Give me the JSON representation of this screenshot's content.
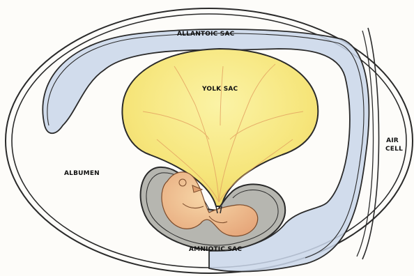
{
  "labels": {
    "allantoic_sac": "ALLANTOIC SAC",
    "yolk_sac": "YOLK SAC",
    "albumen": "ALBUMEN",
    "amniotic_sac": "AMNIOTIC SAC",
    "air_cell_line1": "AIR",
    "air_cell_line2": "CELL"
  },
  "colors": {
    "outline": "#1f1f1f",
    "allantoic_fill": "#c9d6ea",
    "yolk_fill": "#f8ec8e",
    "yolk_veins": "#e6a86a",
    "amniotic_fill": "#a9a9a3",
    "embryo_fill": "#f1c690"
  }
}
